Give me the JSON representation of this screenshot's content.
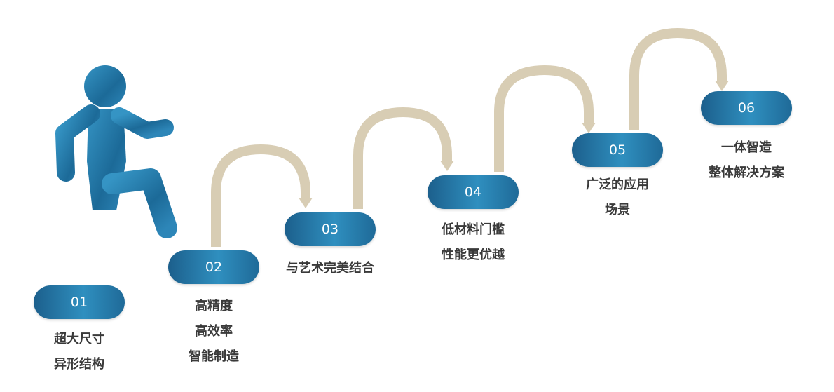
{
  "steps": [
    {
      "number": "01",
      "lines": [
        "超大尺寸",
        "异形结构"
      ]
    },
    {
      "number": "02",
      "lines": [
        "高精度",
        "高效率",
        "智能制造"
      ]
    },
    {
      "number": "03",
      "lines": [
        "与艺术完美结合"
      ]
    },
    {
      "number": "04",
      "lines": [
        "低材料门槛",
        "性能更优越"
      ]
    },
    {
      "number": "05",
      "lines": [
        "广泛的应用",
        "场景"
      ]
    },
    {
      "number": "06",
      "lines": [
        "一体智造",
        "整体解决方案"
      ]
    }
  ],
  "colors": {
    "pill": "#2a7fb0",
    "figure": "#22749f",
    "arrow": "#d8cdb4",
    "text": "#3a3a3a"
  },
  "icons": [
    "climbing-person-icon",
    "curved-arrow-icon"
  ]
}
